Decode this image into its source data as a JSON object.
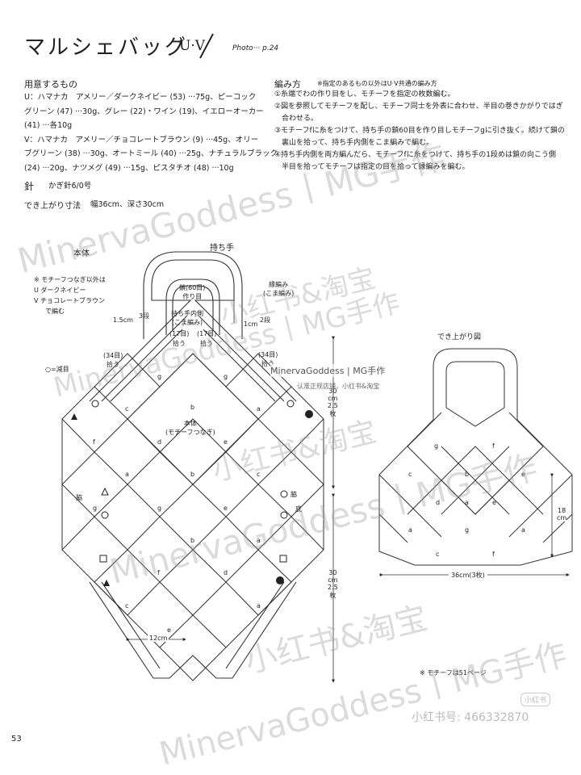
{
  "title": "マルシェバッグ",
  "variant": "U·V",
  "photo": "Photo··· p.24",
  "materials": {
    "heading": "用意するもの",
    "lines": [
      "U：ハマナカ　アメリー／ダークネイビー (53) ···75g、ピーコック",
      "グリーン (47) ···30g、グレー (22)・ワイン (19)、イエローオーカー",
      "(41) ···各10g",
      "V：ハマナカ　アメリー／チョコレートブラウン (9) ···45g、オリー",
      "ブグリーン (38) ···30g、オートミール (40) ···25g、ナチュラルブラック",
      "(24) ···20g、ナツメグ (49) ···15g、ピスタチオ (48) ···10g"
    ],
    "needle_label": "針",
    "needle": "かぎ針6/0号",
    "size_label": "でき上がり寸法",
    "size": "幅36cm、深さ30cm"
  },
  "method": {
    "heading": "編み方",
    "note": "※指定のあるもの以外はU·V共通の編み方",
    "steps": [
      "①糸端でわの作り目をし、モチーフを指定の枚数編む。",
      "②図を参照してモチーフを配し、モチーフ同士を外表に合わせ、半目の巻きかがりではぎ",
      "　合わせる。",
      "③モチーフfに糸をつけて、持ち手の鎖60目を作り目しモチーフgに引き抜く。続けて鎖の",
      "　裏山を拾って、持ち手内側をこま編みで編む。",
      "④持ち手内側を両方編んだら、モチーフfに糸をつけて、持ち手の1段めは鎖の向こう側",
      "　半目を拾ってモチーフは指定の目を拾って縁編みを編む。"
    ]
  },
  "diagram": {
    "body_label": "本体",
    "note1": "※ モチーフつなぎ以外は",
    "note2": "U ダークネイビー",
    "note3": "V チョコレートブラウン",
    "note4": "で編む",
    "handle": "持ち手",
    "chain": "鎖(60目)",
    "chain2": "作り目",
    "inner": "持ち手内側",
    "inner2": "(こま編み)",
    "edge": "縁編み",
    "edge2": "(こま編み)",
    "rows3": "3段",
    "rows2": "2段",
    "cm15": "1.5cm",
    "cm1": "1cm",
    "pick17l": "(17目)",
    "pick17r": "(17目)",
    "pick": "拾う",
    "pick34l": "(34目)",
    "pick34r": "(34目)",
    "decrease": "○=減目",
    "center1": "本体",
    "center2": "(モチーフつなぎ)",
    "motifs": [
      "g",
      "g",
      "c",
      "b",
      "a",
      "f",
      "d",
      "e",
      "a",
      "b",
      "c",
      "g",
      "g",
      "e",
      "a",
      "f",
      "d",
      "c",
      "a",
      "b",
      "e"
    ],
    "side": "脇",
    "bottom": "底",
    "dim30": "30",
    "dimcm": "cm",
    "dim25": "2.5",
    "dimpcs": "枚",
    "dim12": "12cm",
    "ref": "※ モチーフは51ページ"
  },
  "finished": {
    "label": "でき上がり図",
    "motifs": [
      "g",
      "f",
      "c",
      "b",
      "e",
      "a",
      "d",
      "e",
      "a",
      "g",
      "c",
      "f",
      "a"
    ],
    "width": "36cm(3枚)",
    "height": "18",
    "height_unit": "cm"
  },
  "page_number": "53",
  "watermarks": {
    "w1": "MinervaGoddess | MG手作",
    "w2": "认准正规店铺，小红书&淘宝",
    "w3": "小红书&淘宝",
    "w4": "MinervaGoddess丨MG手作",
    "w5": "小红书号: 466332870",
    "w6": "小红书"
  }
}
